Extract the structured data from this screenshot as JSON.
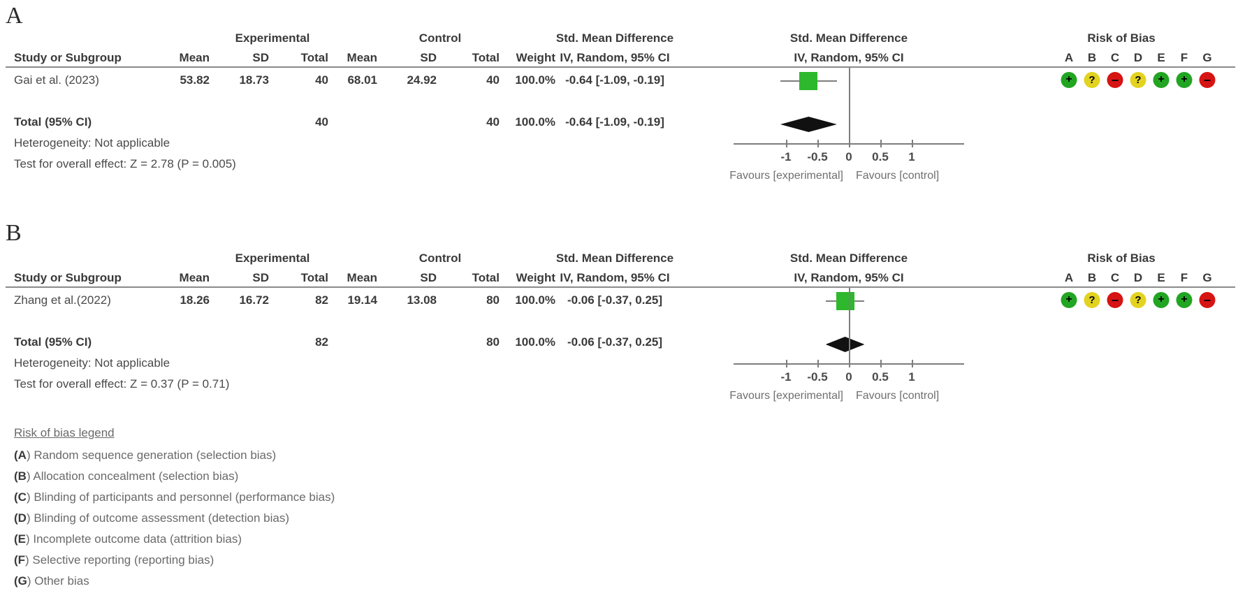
{
  "figure": {
    "type": "forest-plot",
    "panels": [
      {
        "letter": "A",
        "group_headers": {
          "experimental": "Experimental",
          "control": "Control",
          "effect": "Std. Mean Difference",
          "plot": "Std. Mean Difference",
          "rob": "Risk of Bias"
        },
        "columns": [
          "Study or Subgroup",
          "Mean",
          "SD",
          "Total",
          "Mean",
          "SD",
          "Total",
          "Weight",
          "IV, Random, 95% CI"
        ],
        "plot_subheader": "IV, Random, 95% CI",
        "rows": [
          {
            "study": "Gai et al. (2023)",
            "exp_mean": "53.82",
            "exp_sd": "18.73",
            "exp_total": "40",
            "ctl_mean": "68.01",
            "ctl_sd": "24.92",
            "ctl_total": "40",
            "weight": "100.0%",
            "effect_text": "-0.64 [-1.09, -0.19]",
            "effect": -0.64,
            "ci_low": -1.09,
            "ci_high": -0.19,
            "rob": [
              "low",
              "unclear",
              "high",
              "unclear",
              "low",
              "low",
              "high"
            ]
          }
        ],
        "total": {
          "label": "Total (95% CI)",
          "exp_total": "40",
          "ctl_total": "40",
          "weight": "100.0%",
          "effect_text": "-0.64 [-1.09, -0.19]",
          "effect": -0.64,
          "ci_low": -1.09,
          "ci_high": -0.19
        },
        "heterogeneity": "Heterogeneity: Not applicable",
        "overall_test": "Test for overall effect: Z = 2.78 (P = 0.005)",
        "axis": {
          "min": -1.5,
          "max": 1.5,
          "ticks": [
            -1,
            -0.5,
            0,
            0.5,
            1
          ],
          "tick_labels": [
            "-1",
            "-0.5",
            "0",
            "0.5",
            "1"
          ]
        },
        "favours_left": "Favours [experimental]",
        "favours_right": "Favours [control]",
        "rob_letters": [
          "A",
          "B",
          "C",
          "D",
          "E",
          "F",
          "G"
        ]
      },
      {
        "letter": "B",
        "group_headers": {
          "experimental": "Experimental",
          "control": "Control",
          "effect": "Std. Mean Difference",
          "plot": "Std. Mean Difference",
          "rob": "Risk of Bias"
        },
        "columns": [
          "Study or Subgroup",
          "Mean",
          "SD",
          "Total",
          "Mean",
          "SD",
          "Total",
          "Weight",
          "IV, Random, 95% CI"
        ],
        "plot_subheader": "IV, Random, 95% CI",
        "rows": [
          {
            "study": "Zhang et al.(2022)",
            "exp_mean": "18.26",
            "exp_sd": "16.72",
            "exp_total": "82",
            "ctl_mean": "19.14",
            "ctl_sd": "13.08",
            "ctl_total": "80",
            "weight": "100.0%",
            "effect_text": "-0.06 [-0.37, 0.25]",
            "effect": -0.06,
            "ci_low": -0.37,
            "ci_high": 0.25,
            "rob": [
              "low",
              "unclear",
              "high",
              "unclear",
              "low",
              "low",
              "high"
            ]
          }
        ],
        "total": {
          "label": "Total (95% CI)",
          "exp_total": "82",
          "ctl_total": "80",
          "weight": "100.0%",
          "effect_text": "-0.06 [-0.37, 0.25]",
          "effect": -0.06,
          "ci_low": -0.37,
          "ci_high": 0.25
        },
        "heterogeneity": "Heterogeneity: Not applicable",
        "overall_test": "Test for overall effect: Z = 0.37 (P = 0.71)",
        "axis": {
          "min": -1.5,
          "max": 1.5,
          "ticks": [
            -1,
            -0.5,
            0,
            0.5,
            1
          ],
          "tick_labels": [
            "-1",
            "-0.5",
            "0",
            "0.5",
            "1"
          ]
        },
        "favours_left": "Favours [experimental]",
        "favours_right": "Favours [control]",
        "rob_letters": [
          "A",
          "B",
          "C",
          "D",
          "E",
          "F",
          "G"
        ]
      }
    ]
  },
  "legend": {
    "title": "Risk of bias legend",
    "items": [
      {
        "key": "A",
        "text": ") Random sequence generation (selection bias)"
      },
      {
        "key": "B",
        "text": ") Allocation concealment (selection bias)"
      },
      {
        "key": "C",
        "text": ") Blinding of participants and personnel (performance bias)"
      },
      {
        "key": "D",
        "text": ") Blinding of outcome assessment (detection bias)"
      },
      {
        "key": "E",
        "text": ") Incomplete outcome data (attrition bias)"
      },
      {
        "key": "F",
        "text": ") Selective reporting (reporting bias)"
      },
      {
        "key": "G",
        "text": ") Other bias"
      }
    ]
  },
  "rob_glyphs": {
    "low": "+",
    "unclear": "?",
    "high": "–"
  },
  "colors": {
    "low": "#22a522",
    "unclear": "#e3d321",
    "high": "#d61414",
    "marker": "#2eb82e",
    "diamond": "#111111",
    "rule": "#8a8a8a"
  }
}
